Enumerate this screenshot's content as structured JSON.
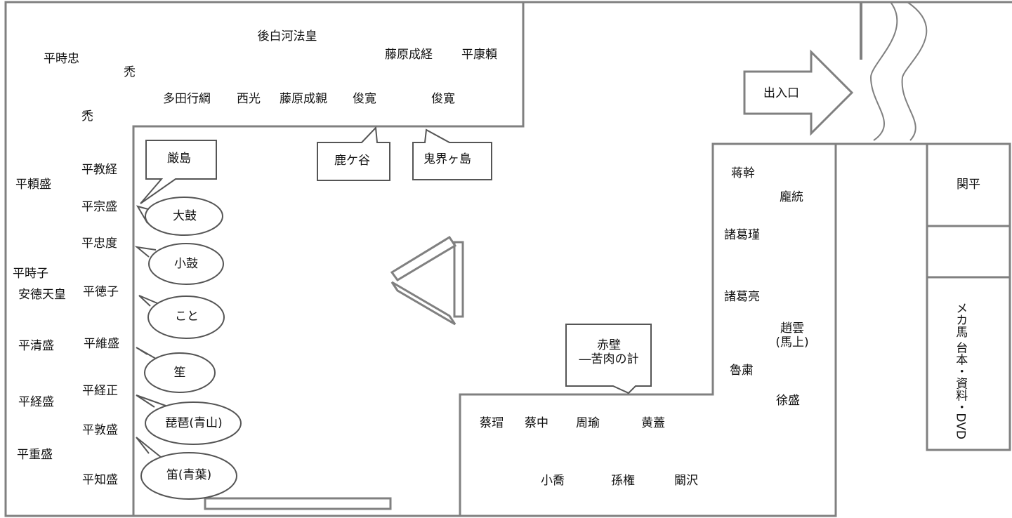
{
  "exit_label": "出入口",
  "stage_area": {
    "emperor": "後白河法皇",
    "row1": [
      "藤原成経",
      "平康頼"
    ],
    "row2": [
      "多田行綱",
      "西光",
      "藤原成親",
      "俊寛",
      "俊寛"
    ],
    "kamuro": [
      "禿",
      "禿"
    ],
    "tokitada": "平時忠"
  },
  "place_signs": {
    "itsukushima": "厳島",
    "shishigatani": "鹿ケ谷",
    "kikaigashima": "鬼界ヶ島",
    "sekiheki": "赤壁\n―苦肉の計"
  },
  "instruments": [
    "大鼓",
    "小鼓",
    "こと",
    "笙",
    "琵琶(青山)",
    "笛(青葉)"
  ],
  "heike_inner": [
    "平教経",
    "平宗盛",
    "平忠度",
    "平徳子",
    "平維盛",
    "平経正",
    "平敦盛",
    "平知盛"
  ],
  "heike_outer": [
    "平頼盛",
    "平時子",
    "安徳天皇",
    "平清盛",
    "平経盛",
    "平重盛"
  ],
  "shu_side": [
    "蒋幹",
    "龐統",
    "諸葛瑾",
    "諸葛亮",
    "趙雲\n(馬上)",
    "魯粛",
    "徐盛"
  ],
  "wu_side": [
    "蔡瑁",
    "蔡中",
    "周瑜",
    "黄蓋",
    "小喬",
    "孫権",
    "闞沢"
  ],
  "display_cases": {
    "top": "関平",
    "middle": "",
    "bottom": "メカ馬\n台本・資料・DVD"
  }
}
